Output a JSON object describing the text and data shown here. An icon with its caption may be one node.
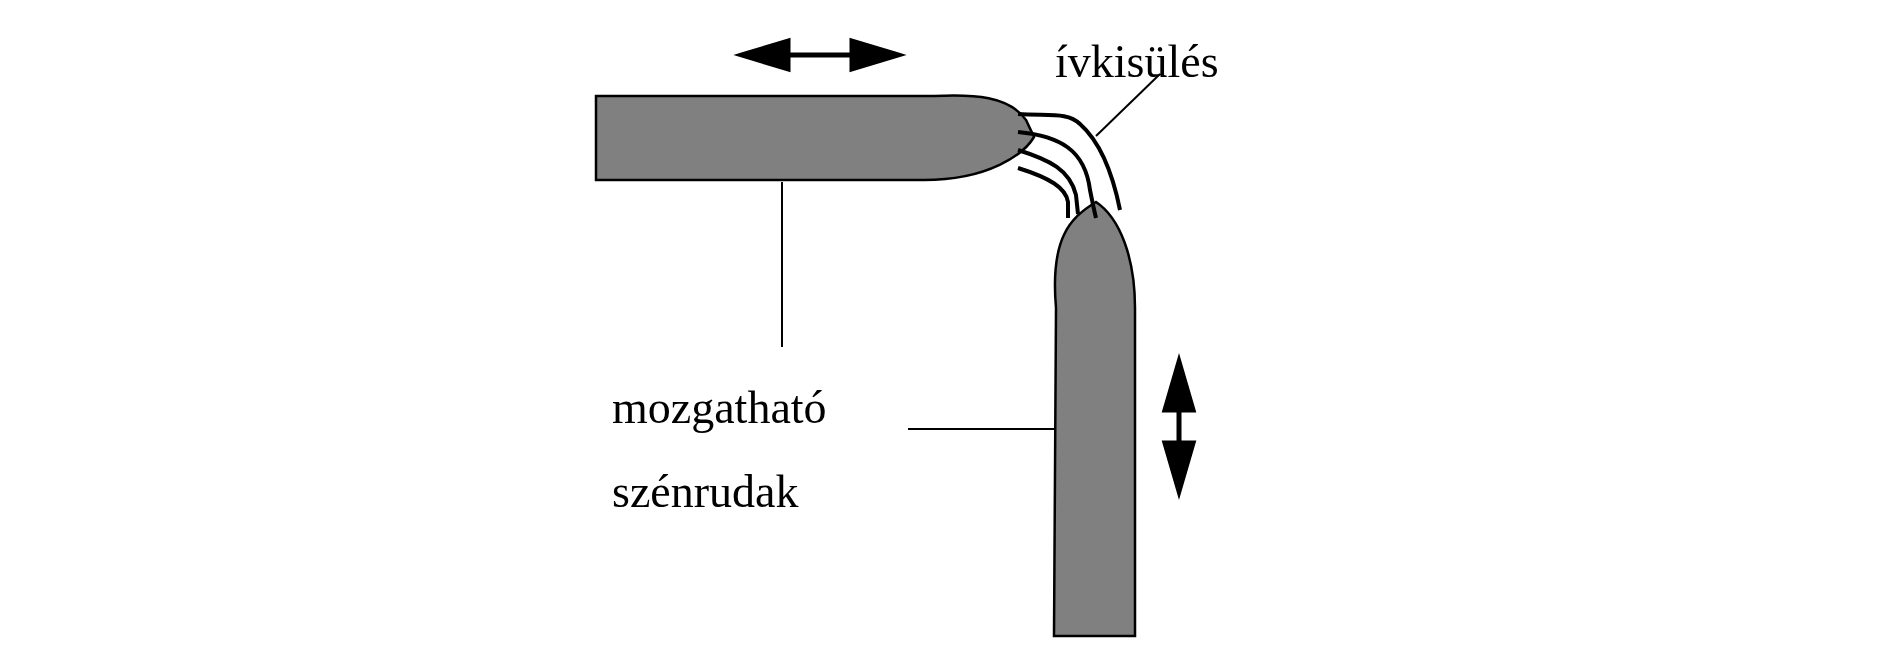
{
  "diagram": {
    "nodes": [
      {
        "text": [
          "mozgatható szénrudak"
        ]
      },
      {
        "text": [],
        "shape": "bar"
      },
      {
        "text": [],
        "shape": "bar"
      },
      {
        "text": [
          "ívkisülés"
        ]
      },
      {
        "text": [],
        "shape": "arc"
      }
    ],
    "edges": [
      {
        "from": 0,
        "to": 1,
        "arrow": "none"
      },
      {
        "from": 0,
        "to": 2,
        "arrow": "none"
      },
      {
        "from": 3,
        "to": 4,
        "arrow": "none"
      }
    ]
  }
}
